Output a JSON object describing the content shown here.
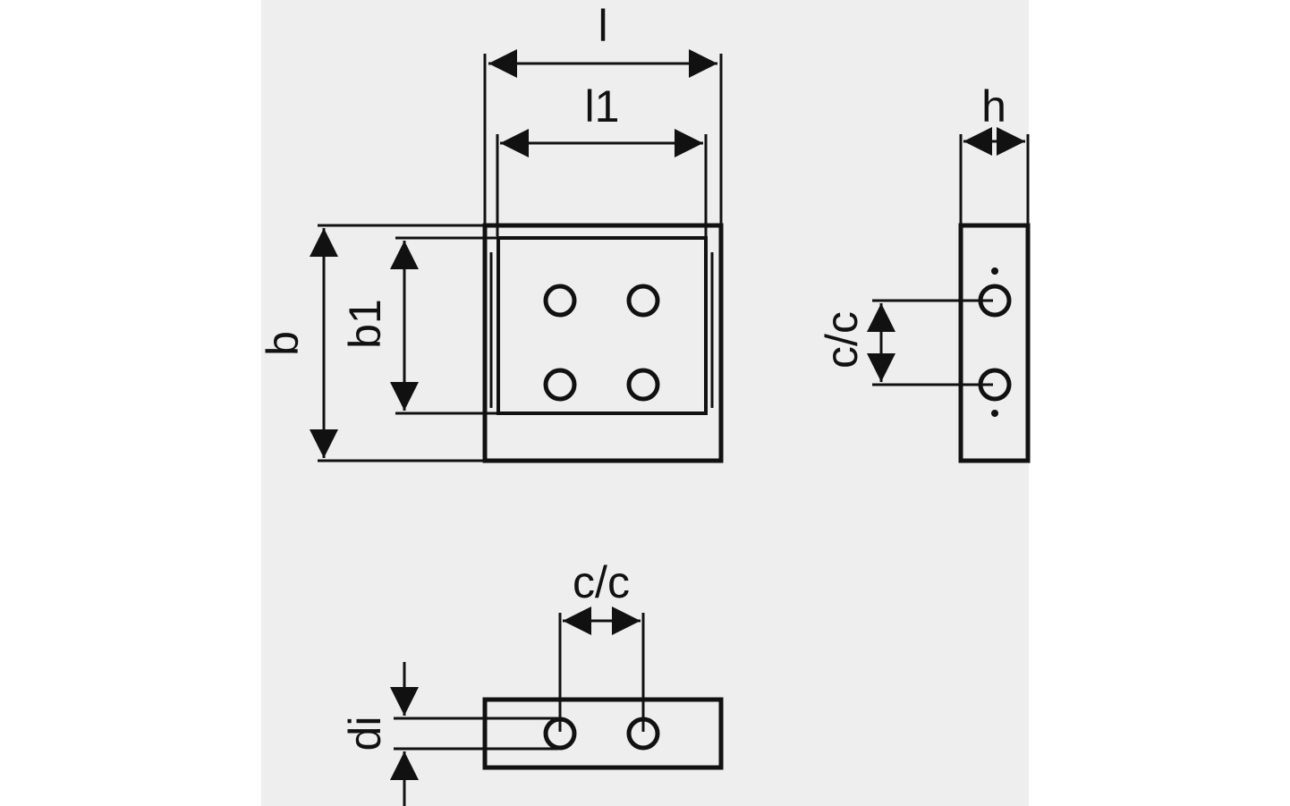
{
  "labels": {
    "l": "l",
    "l1": "l1",
    "b": "b",
    "b1": "b1",
    "h": "h",
    "cc_side": "c/c",
    "cc_bottom": "c/c",
    "di": "di"
  },
  "colors": {
    "page": "#ffffff",
    "sheet": "#eeeeee",
    "ink": "#111111"
  }
}
